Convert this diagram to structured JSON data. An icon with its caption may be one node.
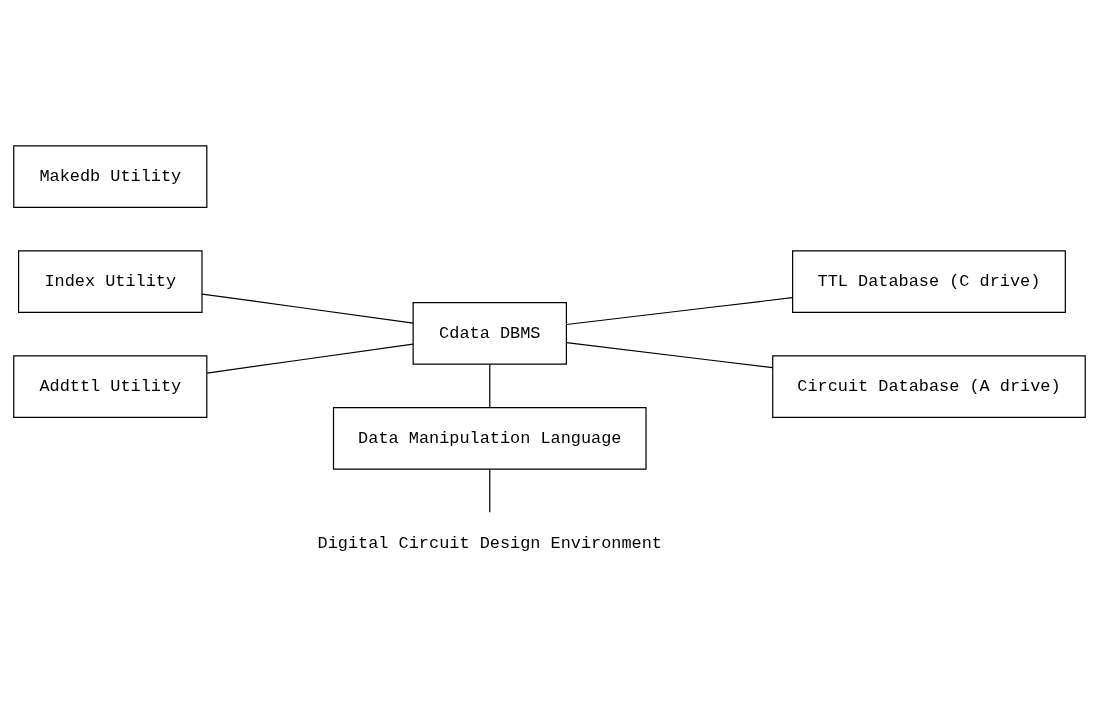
{
  "diagram": {
    "nodes": [
      {
        "text": [
          "Index Utility"
        ]
      },
      {
        "text": [
          "TTL Database (C drive)"
        ]
      },
      {
        "text": [
          "Cdata DBMS"
        ]
      },
      {
        "text": [
          "Addttl Utility"
        ]
      },
      {
        "text": [
          "Circuit Database (A drive)"
        ]
      },
      {
        "text": [
          "Data Manipulation Language"
        ]
      },
      {
        "text": [
          "Makedb Utility"
        ]
      },
      {
        "text": [
          "Digital Circuit Design Environment"
        ]
      }
    ],
    "edges": [
      {
        "from": 0,
        "to": 2,
        "arrow": "none"
      },
      {
        "from": 2,
        "to": 1,
        "arrow": "none"
      },
      {
        "from": 3,
        "to": 2,
        "arrow": "none"
      },
      {
        "from": 2,
        "to": 4,
        "arrow": "none"
      },
      {
        "from": 2,
        "to": 5,
        "arrow": "none"
      },
      {
        "from": 5,
        "to": 7,
        "arrow": "none"
      }
    ]
  }
}
